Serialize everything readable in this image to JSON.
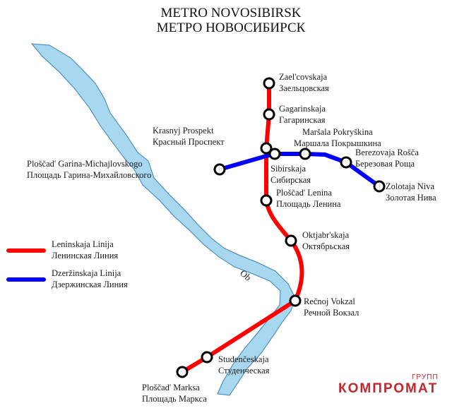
{
  "title": {
    "line1": "METRO NOVOSIBIRSK",
    "line2": "МЕТРО НОВОСИБИРСК"
  },
  "colors": {
    "leninskaja": "#ff0000",
    "dzerzinskaja": "#0000ff",
    "river_fill": "#a8d8f0",
    "river_stroke": "#3a7fb3",
    "station_fill": "#ffffff",
    "station_stroke": "#000000",
    "watermark": "#c0282e"
  },
  "river": {
    "label": "Ob"
  },
  "legend": [
    {
      "latin": "Leninskaja Linija",
      "cyrillic": "Ленинская Линия",
      "color": "#ff0000"
    },
    {
      "latin": "Dzeržinskaja Linija",
      "cyrillic": "Дзержинская Линия",
      "color": "#0000ff"
    }
  ],
  "lines": {
    "leninskaja": {
      "name": "Leninskaja Linija"
    },
    "dzerzinskaja": {
      "name": "Dzeržinskaja Linija"
    }
  },
  "stations": [
    {
      "id": "zaelcovskaja",
      "latin": "Zael'covskaja",
      "cyrillic": "Заельцовская",
      "line": "leninskaja"
    },
    {
      "id": "gagarinskaja",
      "latin": "Gagarinskaja",
      "cyrillic": "Гагаринская",
      "line": "leninskaja"
    },
    {
      "id": "krasnyj-prospekt",
      "latin": "Krasnyj Prospekt",
      "cyrillic": "Красный Проспект",
      "line": "leninskaja"
    },
    {
      "id": "ploscad-lenina",
      "latin": "Ploščad' Lenina",
      "cyrillic": "Площадь Ленина",
      "line": "leninskaja"
    },
    {
      "id": "oktjabrskaja",
      "latin": "Oktjabr'skaja",
      "cyrillic": "Октябрьская",
      "line": "leninskaja"
    },
    {
      "id": "recnoj-vokzal",
      "latin": "Rečnoj Vokzal",
      "cyrillic": "Речной Вокзал",
      "line": "leninskaja"
    },
    {
      "id": "studenceskaja",
      "latin": "Studenčeskaja",
      "cyrillic": "Студенческая",
      "line": "leninskaja"
    },
    {
      "id": "ploscad-marksa",
      "latin": "Ploščad' Marksa",
      "cyrillic": "Площадь Маркса",
      "line": "leninskaja"
    },
    {
      "id": "ploscad-garina",
      "latin": "Ploščad' Garina-Michajlovskogo",
      "cyrillic": "Площадь Гарина-Михайловского",
      "line": "dzerzinskaja"
    },
    {
      "id": "sibirskaja",
      "latin": "Sibirskaja",
      "cyrillic": "Сибирская",
      "line": "dzerzinskaja"
    },
    {
      "id": "marsala-pokryskina",
      "latin": "Maršala Pokryškina",
      "cyrillic": "Маршала Покрышкина",
      "line": "dzerzinskaja"
    },
    {
      "id": "berezovaja-rosca",
      "latin": "Berezovaja Rošča",
      "cyrillic": "Березовая Роща",
      "line": "dzerzinskaja"
    },
    {
      "id": "zolotaja-niva",
      "latin": "Zolotaja Niva",
      "cyrillic": "Золотая Нива",
      "line": "dzerzinskaja"
    }
  ],
  "watermark": {
    "small": "ГРУПП",
    "big": "КОМПРОМАТ"
  }
}
